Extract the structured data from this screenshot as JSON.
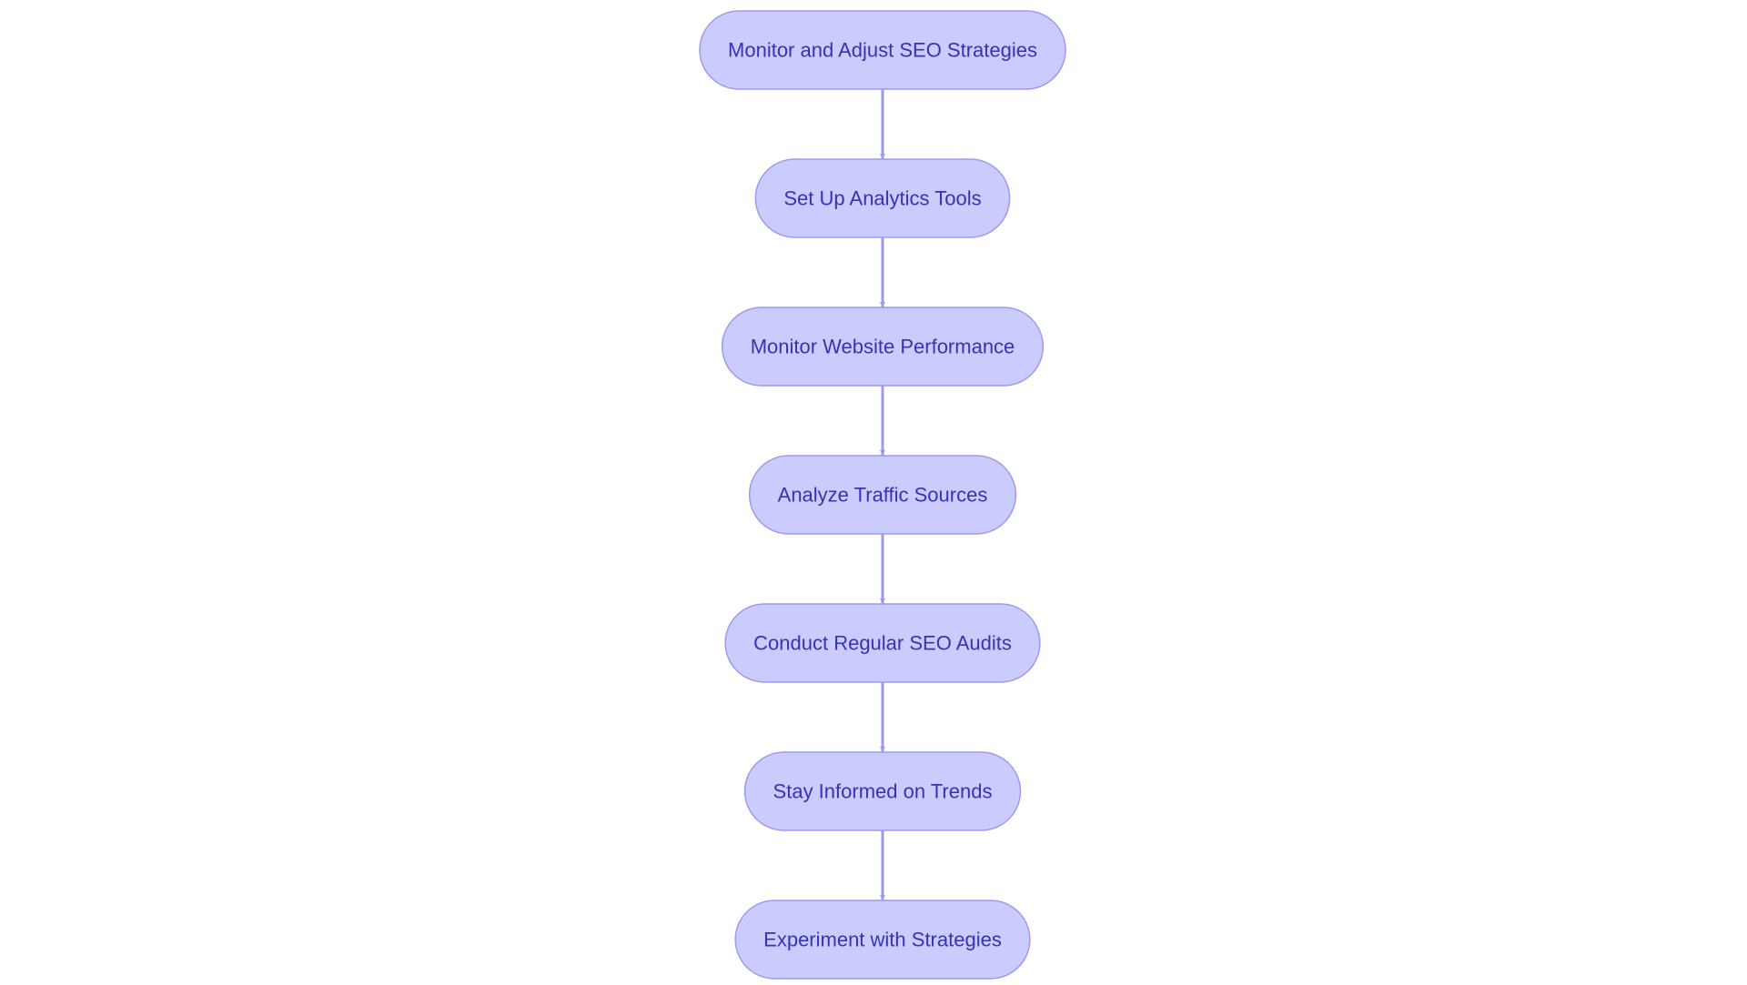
{
  "colors": {
    "node_fill": "#cbcbfd",
    "node_stroke": "#9b9bed",
    "label_text": "#3434b4",
    "edge": "#9b9bed",
    "background": "#ffffff"
  },
  "flowchart": {
    "nodes": [
      {
        "id": "n1",
        "label": "Monitor and Adjust SEO Strategies"
      },
      {
        "id": "n2",
        "label": "Set Up Analytics Tools"
      },
      {
        "id": "n3",
        "label": "Monitor Website Performance"
      },
      {
        "id": "n4",
        "label": "Analyze Traffic Sources"
      },
      {
        "id": "n5",
        "label": "Conduct Regular SEO Audits"
      },
      {
        "id": "n6",
        "label": "Stay Informed on Trends"
      },
      {
        "id": "n7",
        "label": "Experiment with Strategies"
      }
    ],
    "edges": [
      {
        "from": "n1",
        "to": "n2"
      },
      {
        "from": "n2",
        "to": "n3"
      },
      {
        "from": "n3",
        "to": "n4"
      },
      {
        "from": "n4",
        "to": "n5"
      },
      {
        "from": "n5",
        "to": "n6"
      },
      {
        "from": "n6",
        "to": "n7"
      }
    ]
  }
}
